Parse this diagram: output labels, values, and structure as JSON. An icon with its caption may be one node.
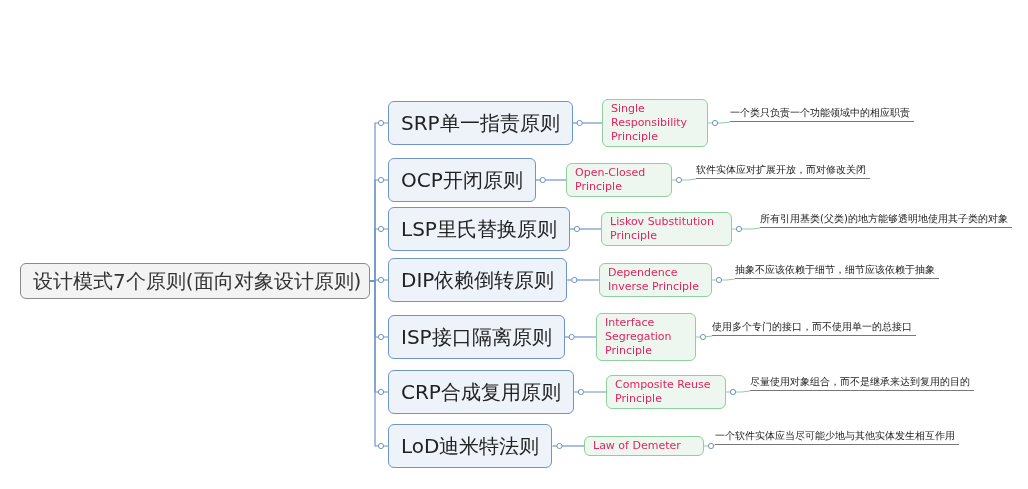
{
  "diagram": {
    "nodes": [
      {
        "text": [
          "设计模式7个原则(面向对象设计原则)"
        ]
      },
      {
        "text": [
          "SRP单一指责原则"
        ]
      },
      {
        "text": [
          "Single Responsibility Principle"
        ]
      },
      {
        "text": [
          "一个类只负责一个功能领域中的相应职责"
        ]
      },
      {
        "text": [
          "OCP开闭原则"
        ]
      },
      {
        "text": [
          "Open-Closed Principle"
        ]
      },
      {
        "text": [
          "软件实体应对扩展开放，而对修改关闭"
        ]
      },
      {
        "text": [
          "LSP里氏替换原则"
        ]
      },
      {
        "text": [
          "Liskov Substitution Principle"
        ]
      },
      {
        "text": [
          "所有引用基类(父类)的地方能够透明地使用其子类的对象"
        ]
      },
      {
        "text": [
          "DIP依赖倒转原则"
        ]
      },
      {
        "text": [
          "Dependence Inverse Principle"
        ]
      },
      {
        "text": [
          "抽象不应该依赖于细节，细节应该依赖于抽象"
        ]
      },
      {
        "text": [
          "ISP接口隔离原则"
        ]
      },
      {
        "text": [
          "Interface Segregation Principle"
        ]
      },
      {
        "text": [
          "使用多个专门的接口，而不使用单一的总接口"
        ]
      },
      {
        "text": [
          "CRP合成复用原则"
        ]
      },
      {
        "text": [
          "Composite Reuse Principle"
        ]
      },
      {
        "text": [
          "尽量使用对象组合，而不是继承来达到复用的目的"
        ]
      },
      {
        "text": [
          "LoD迪米特法则"
        ]
      },
      {
        "text": [
          "Law of Demeter"
        ]
      },
      {
        "text": [
          "一个软件实体应当尽可能少地与其他实体发生相互作用"
        ]
      }
    ],
    "edges": [
      {
        "from": 0,
        "to": 1,
        "arrow": "none"
      },
      {
        "from": 0,
        "to": 4,
        "arrow": "none"
      },
      {
        "from": 0,
        "to": 7,
        "arrow": "none"
      },
      {
        "from": 0,
        "to": 10,
        "arrow": "none"
      },
      {
        "from": 0,
        "to": 13,
        "arrow": "none"
      },
      {
        "from": 0,
        "to": 16,
        "arrow": "none"
      },
      {
        "from": 0,
        "to": 19,
        "arrow": "none"
      },
      {
        "from": 1,
        "to": 2,
        "arrow": "none"
      },
      {
        "from": 2,
        "to": 3,
        "arrow": "none"
      },
      {
        "from": 4,
        "to": 5,
        "arrow": "none"
      },
      {
        "from": 5,
        "to": 6,
        "arrow": "none"
      },
      {
        "from": 7,
        "to": 8,
        "arrow": "none"
      },
      {
        "from": 8,
        "to": 9,
        "arrow": "none"
      },
      {
        "from": 10,
        "to": 11,
        "arrow": "none"
      },
      {
        "from": 11,
        "to": 12,
        "arrow": "none"
      },
      {
        "from": 13,
        "to": 14,
        "arrow": "none"
      },
      {
        "from": 14,
        "to": 15,
        "arrow": "none"
      },
      {
        "from": 16,
        "to": 17,
        "arrow": "none"
      },
      {
        "from": 17,
        "to": 18,
        "arrow": "none"
      },
      {
        "from": 19,
        "to": 20,
        "arrow": "none"
      },
      {
        "from": 20,
        "to": 21,
        "arrow": "none"
      }
    ]
  }
}
